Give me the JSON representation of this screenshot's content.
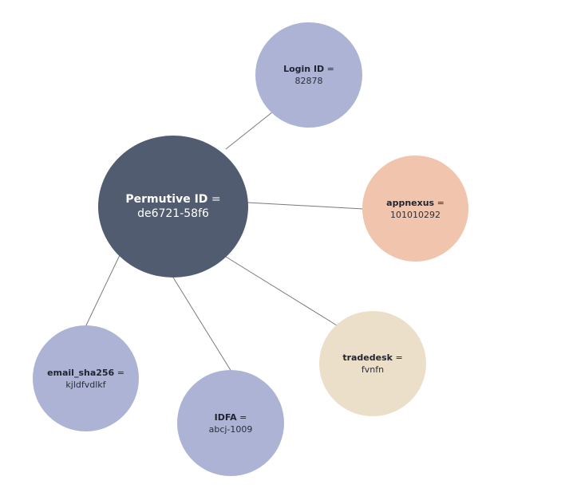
{
  "colors": {
    "center": "#525c71",
    "lavender": "#acb3d5",
    "peach": "#f1c4ae",
    "beige": "#ecdfc9",
    "edge": "#7a7a7a"
  },
  "center": {
    "key": "Permutive ID",
    "eq": " =",
    "value": "de6721-58f6"
  },
  "nodes": [
    {
      "id": "login",
      "key": "Login ID",
      "eq": " =",
      "value": "82878",
      "color": "lavender"
    },
    {
      "id": "appnexus",
      "key": "appnexus",
      "eq": " =",
      "value": "101010292",
      "color": "peach"
    },
    {
      "id": "tradedesk",
      "key": "tradedesk",
      "eq": " =",
      "value": "fvnfn",
      "color": "beige"
    },
    {
      "id": "idfa",
      "key": "IDFA",
      "eq": " =",
      "value": "abcj-1009",
      "color": "lavender"
    },
    {
      "id": "email",
      "key": "email_sha256",
      "eq": " =",
      "value": "kjldfvdlkf",
      "color": "lavender"
    }
  ]
}
